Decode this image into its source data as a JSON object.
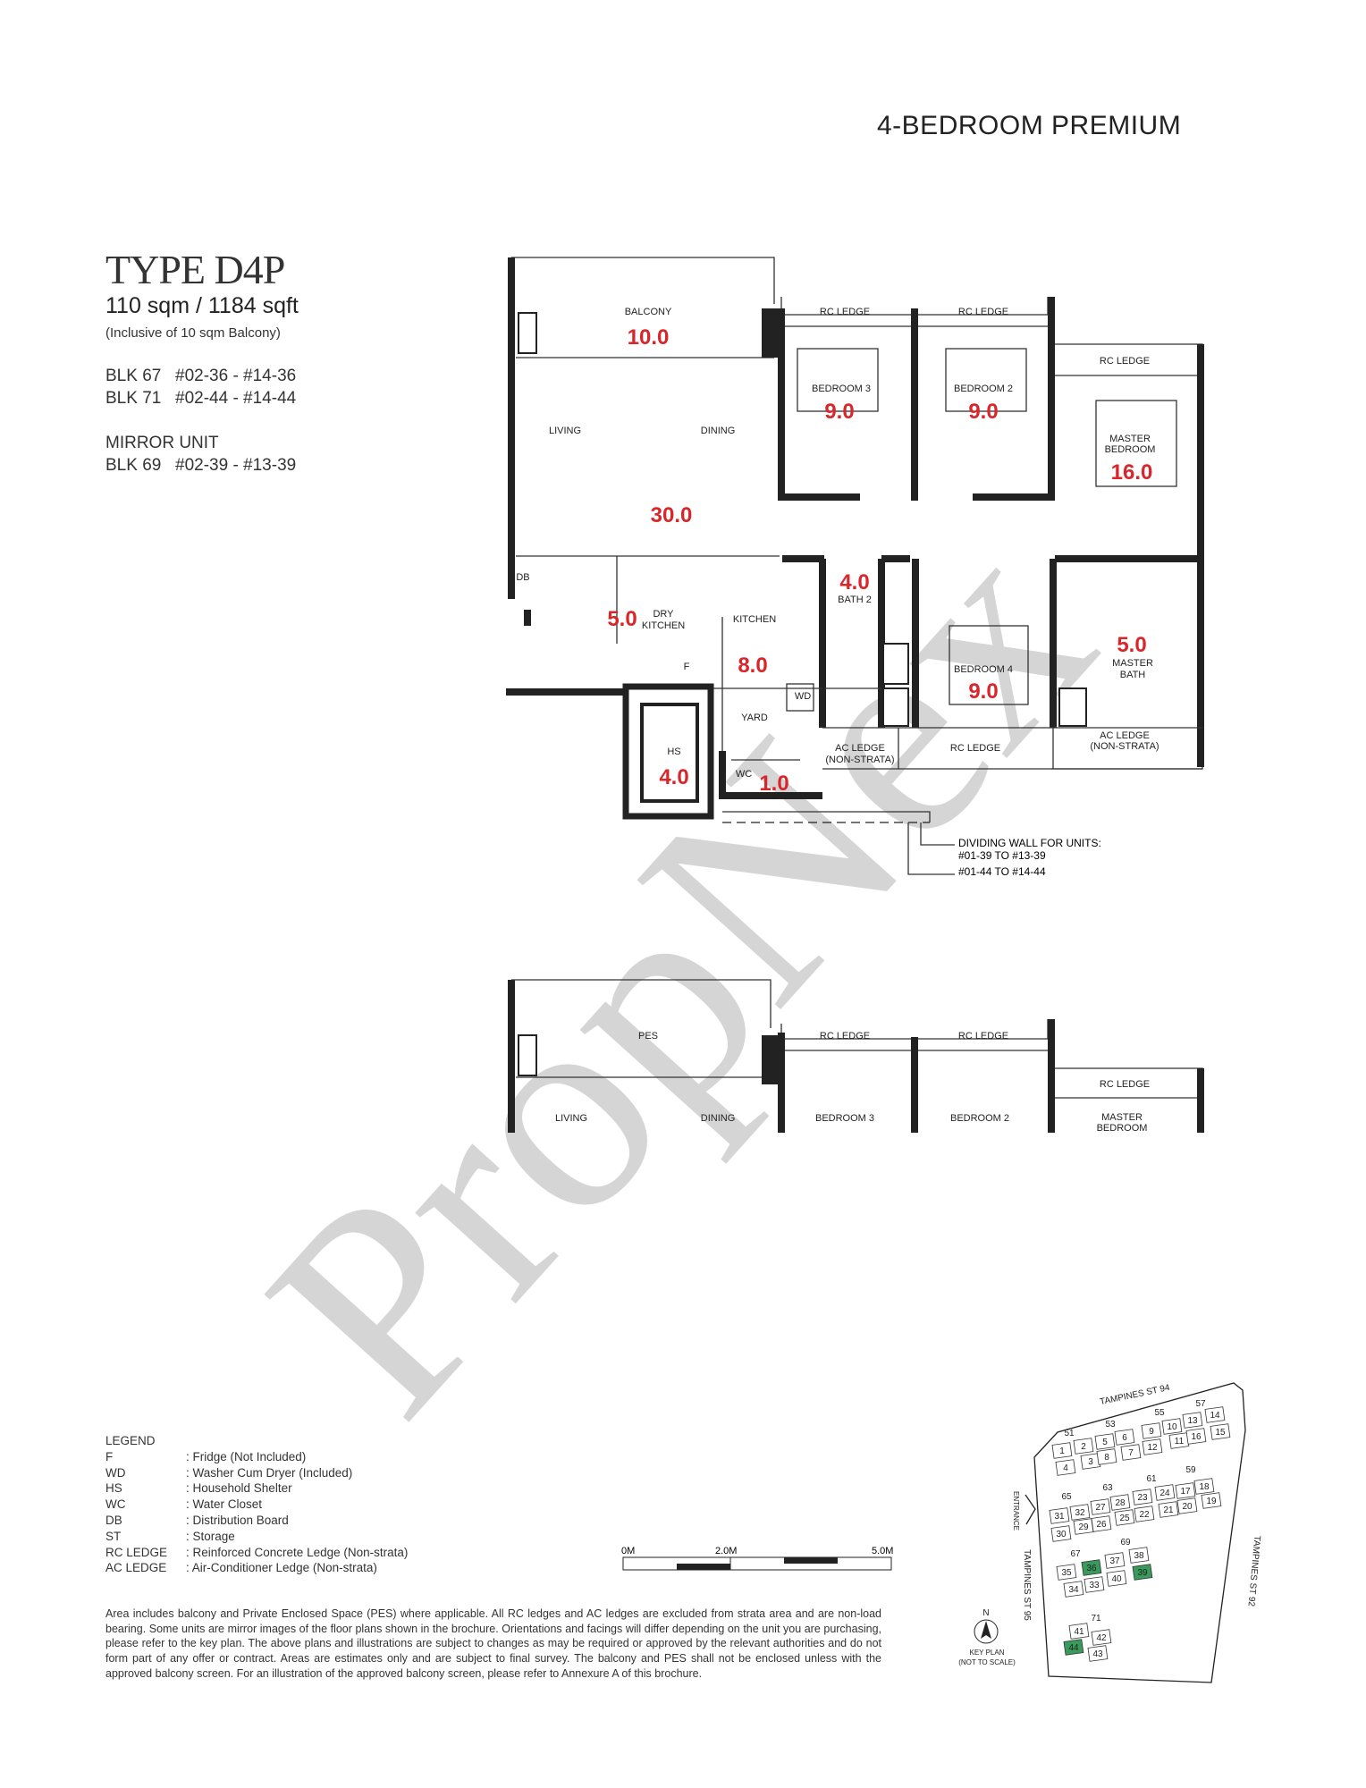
{
  "header": {
    "title": "4-BEDROOM PREMIUM"
  },
  "unit": {
    "type": "TYPE D4P",
    "area": "110 sqm / 1184 sqft",
    "note": "(Inclusive of 10 sqm Balcony)",
    "blocks": [
      {
        "blk": "BLK 67",
        "range": "#02-36 - #14-36"
      },
      {
        "blk": "BLK 71",
        "range": "#02-44 - #14-44"
      }
    ],
    "mirror_label": "MIRROR UNIT",
    "mirror": {
      "blk": "BLK 69",
      "range": "#02-39 - #13-39"
    }
  },
  "plan": {
    "balcony": {
      "label": "BALCONY",
      "area": "10.0"
    },
    "living": "LIVING",
    "dining": "DINING",
    "living_dining_area": "30.0",
    "rc_ledge": "RC LEDGE",
    "bedroom3": {
      "label": "BEDROOM 3",
      "area": "9.0"
    },
    "bedroom2": {
      "label": "BEDROOM 2",
      "area": "9.0"
    },
    "master_bedroom": {
      "label1": "MASTER",
      "label2": "BEDROOM",
      "area": "16.0"
    },
    "db": "DB",
    "dry_kitchen": {
      "label1": "DRY",
      "label2": "KITCHEN",
      "area": "5.0"
    },
    "kitchen": {
      "label": "KITCHEN",
      "area": "8.0"
    },
    "fridge": "F",
    "wd": "WD",
    "bath2": {
      "label": "BATH 2",
      "area": "4.0"
    },
    "bedroom4": {
      "label": "BEDROOM 4",
      "area": "9.0"
    },
    "master_bath": {
      "label1": "MASTER",
      "label2": "BATH",
      "area": "5.0"
    },
    "yard": "YARD",
    "hs": {
      "label": "HS",
      "area": "4.0"
    },
    "wc": {
      "label": "WC",
      "area": "1.0"
    },
    "ac_ledge": {
      "label1": "AC LEDGE",
      "label2": "(NON-STRATA)"
    },
    "dividing_wall": {
      "line1": "DIVIDING WALL FOR UNITS:",
      "line2": "#01-39 TO #13-39",
      "line3": "#01-44 TO #14-44"
    }
  },
  "ground_plan": {
    "pes": "PES",
    "rc_ledge": "RC LEDGE",
    "living": "LIVING",
    "dining": "DINING",
    "bedroom3": "BEDROOM 3",
    "bedroom2": "BEDROOM 2",
    "master1": "MASTER",
    "master2": "BEDROOM"
  },
  "legend": {
    "title": "LEGEND",
    "items": [
      {
        "key": "F",
        "desc": ": Fridge (Not Included)"
      },
      {
        "key": "WD",
        "desc": ": Washer Cum Dryer (Included)"
      },
      {
        "key": "HS",
        "desc": ": Household Shelter"
      },
      {
        "key": "WC",
        "desc": ": Water Closet"
      },
      {
        "key": "DB",
        "desc": ": Distribution Board"
      },
      {
        "key": "ST",
        "desc": ": Storage"
      },
      {
        "key": "RC LEDGE",
        "desc": ": Reinforced Concrete Ledge (Non-strata)"
      },
      {
        "key": "AC LEDGE",
        "desc": ": Air-Conditioner Ledge (Non-strata)"
      }
    ]
  },
  "scale_bar": {
    "ticks": [
      "0M",
      "2.0M",
      "5.0M"
    ]
  },
  "disclaimer": "Area includes balcony and Private Enclosed Space (PES) where applicable. All RC ledges and AC ledges are excluded from strata area and are non-load bearing. Some units are mirror images of the floor plans shown in the brochure. Orientations and facings will differ depending on the unit you are purchasing, please refer to the key plan. The above plans and illustrations are subject to changes as may be required or approved by the relevant authorities and do not form part of any offer or contract. Areas are estimates only and are subject to final survey. The balcony and PES shall not be enclosed unless with the approved balcony screen. For an illustration of the approved balcony screen, please refer to Annexure A of this brochure.",
  "key_plan": {
    "title": "KEY PLAN",
    "subtitle": "(NOT TO SCALE)",
    "north": "N",
    "entrance": "ENTRANCE",
    "streets": [
      "TAMPINES ST 94",
      "TAMPINES ST 95",
      "TAMPINES ST 92"
    ],
    "blocks": [
      "51",
      "53",
      "55",
      "57",
      "59",
      "61",
      "63",
      "65",
      "67",
      "69",
      "71"
    ],
    "units": [
      "1",
      "2",
      "3",
      "4",
      "5",
      "6",
      "7",
      "8",
      "9",
      "10",
      "11",
      "12",
      "13",
      "14",
      "15",
      "16",
      "17",
      "18",
      "19",
      "20",
      "21",
      "22",
      "23",
      "24",
      "25",
      "26",
      "27",
      "28",
      "29",
      "30",
      "31",
      "32",
      "33",
      "34",
      "35",
      "36",
      "37",
      "38",
      "39",
      "40",
      "41",
      "42",
      "43",
      "44"
    ],
    "highlighted_units": [
      "36",
      "39",
      "44"
    ],
    "highlight_color": "#3a9a5b"
  },
  "watermark": "PropNex"
}
